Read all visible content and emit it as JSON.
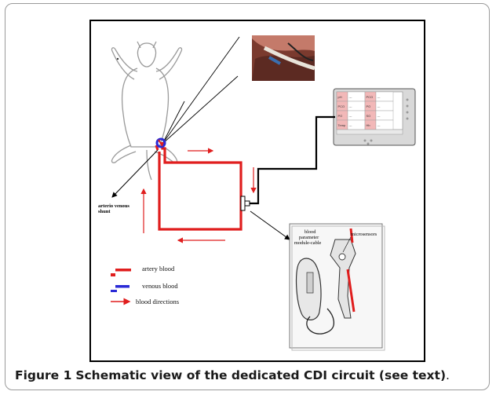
{
  "caption": {
    "label": "Figure 1",
    "title": "Schematic view of the dedicated CDI circuit (see text)",
    "end": "."
  },
  "diagram": {
    "shunt_label_line1": "arterio venous",
    "shunt_label_line2": "shunt",
    "module_label_line1": "blood",
    "module_label_line2": "parameter",
    "module_label_line3": "module-cable",
    "microsensors_label": "microsensors",
    "legend": [
      {
        "label": "artery blood",
        "color": "#e01e1e"
      },
      {
        "label": "venous blood",
        "color": "#2a2ad6"
      },
      {
        "label": "blood directions",
        "color": "#e01e1e"
      }
    ],
    "monitor": {
      "rows": [
        [
          "pH",
          "---",
          "PCO",
          "---"
        ],
        [
          "PCO",
          "---",
          "PO",
          "---"
        ],
        [
          "PO",
          "---",
          "SO",
          "---"
        ],
        [
          "Temp",
          "---",
          "Hb",
          "---"
        ]
      ]
    },
    "colors": {
      "artery": "#e01e1e",
      "venous": "#2a2ad6",
      "line": "#000000",
      "monitor_cell": "#f2b8b8"
    }
  }
}
